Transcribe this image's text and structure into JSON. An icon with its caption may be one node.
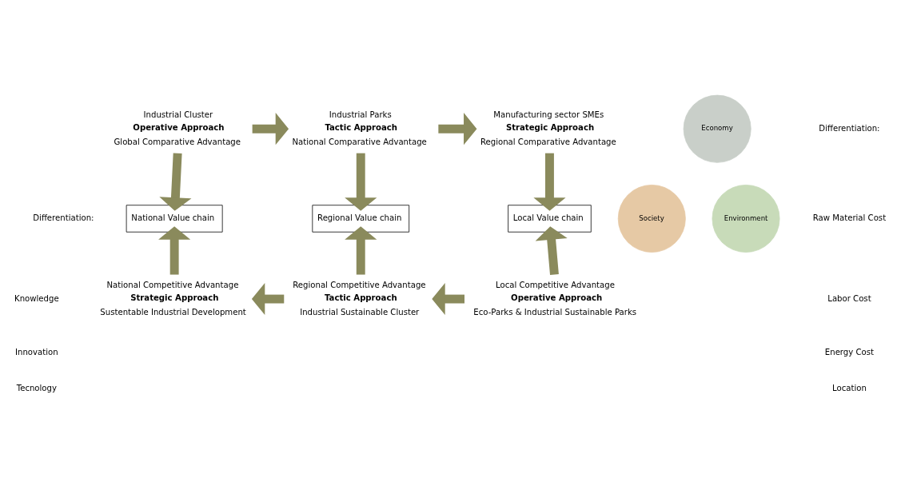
{
  "diagram": {
    "nodes": [
      {
        "text": [
          "Industrial Cluster",
          "Operative Approach",
          "Global Comparative Advantage"
        ]
      },
      {
        "text": [
          "Industrial Parks",
          "Tactic Approach",
          "National Comparative Advantage"
        ]
      },
      {
        "text": [
          "Manufacturing sector SMEs",
          "Strategic Approach",
          "Regional Comparative Advantage"
        ]
      },
      {
        "text": [
          "National Value chain"
        ]
      },
      {
        "text": [
          "Regional Value chain"
        ]
      },
      {
        "text": [
          "Local Value chain"
        ]
      },
      {
        "text": [
          "National Competitive Advantage",
          "Strategic Approach",
          "Sustentable Industrial Development"
        ]
      },
      {
        "text": [
          "Regional Competitive Advantage",
          "Tactic Approach",
          "Industrial Sustainable Cluster"
        ]
      },
      {
        "text": [
          "Local Competitive Advantage",
          "Operative Approach",
          "Eco-Parks & Industrial Sustainable Parks"
        ]
      },
      {
        "text": [
          "Economy"
        ]
      },
      {
        "text": [
          "Society"
        ]
      },
      {
        "text": [
          "Environment"
        ]
      }
    ],
    "edges": [
      {
        "from": 0,
        "to": 3,
        "arrow": "to"
      },
      {
        "from": 0,
        "to": 1,
        "arrow": "to"
      },
      {
        "from": 1,
        "to": 4,
        "arrow": "to"
      },
      {
        "from": 1,
        "to": 2,
        "arrow": "to"
      },
      {
        "from": 2,
        "to": 5,
        "arrow": "to"
      },
      {
        "from": 6,
        "to": 3,
        "arrow": "to"
      },
      {
        "from": 7,
        "to": 6,
        "arrow": "to"
      },
      {
        "from": 7,
        "to": 4,
        "arrow": "to"
      },
      {
        "from": 8,
        "to": 7,
        "arrow": "to"
      },
      {
        "from": 8,
        "to": 5,
        "arrow": "to"
      }
    ],
    "labels": [
      "Differentiation:",
      "Raw Material Cost",
      "Labor Cost",
      "Energy Cost",
      "Location",
      "Differentiation:",
      "Knowledge",
      "Innovation",
      "Tecnology"
    ]
  }
}
